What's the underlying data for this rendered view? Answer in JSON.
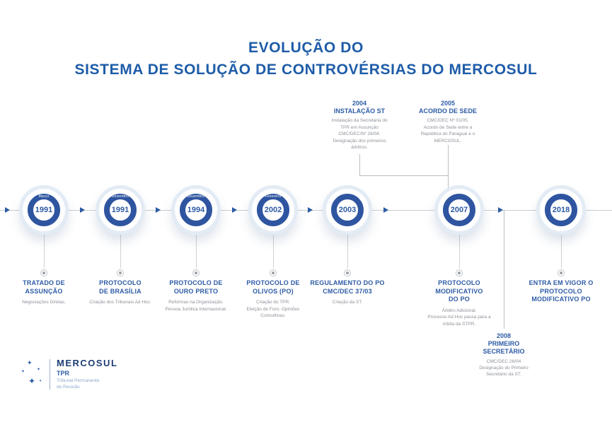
{
  "title": {
    "text": "EVOLUÇÃO DO\nSISTEMA DE SOLUÇÃO DE CONTROVÉRSIAS DO MERCOSUL"
  },
  "colors": {
    "accent_blue": "#2d5ba5",
    "ring_blue": "#2f55a0",
    "halo_blue": "#e3ebf4",
    "gray_text": "#8d9199",
    "line_gray": "#c9ccd1"
  },
  "timeline": {
    "nodes": [
      {
        "month": "Março",
        "year": "1991",
        "title": "TRATADO DE\nASSUNÇÃO",
        "desc": "Negociações Diretas."
      },
      {
        "month": "Dezembro",
        "year": "1991",
        "title": "PROTOCOLO\nDE BRASÍLIA",
        "desc": "Criação dos Tribunais Ad Hoc."
      },
      {
        "month": "Dezembro",
        "year": "1994",
        "title": "PROTOCOLO DE\nOURO PRETO",
        "desc": "Reformas na Organização.\nPessoa Jurídica Internacional."
      },
      {
        "month": "Fevereiro",
        "year": "2002",
        "title": "PROTOCOLO DE\nOLIVOS (PO)",
        "desc": "Criação do TPR.\nEleição de Foro. Opiniões\nConsultivas."
      },
      {
        "month": "",
        "year": "2003",
        "title": "REGULAMENTO DO PO\nCMC/DEC 37/03",
        "desc": "Criação da ST."
      },
      {
        "month": "",
        "year": "2007",
        "title": "PROTOCOLO\nMODIFICATIVO\nDO PO",
        "desc": "Árbitro Adicional.\nProcesso Ad Hoc passa para a\nórbita da STPR."
      },
      {
        "month": "",
        "year": "2018",
        "title": "ENTRA EM VIGOR O\nPROTOCOLO\nMODIFICATIVO PO",
        "desc": ""
      }
    ]
  },
  "annotations": [
    {
      "year": "2004",
      "title": "INSTALAÇÃO ST",
      "body": "Instalação da Secretaria do\nTPR em Assunção\nCMC/DEC/Nº 26/04.\nDesignação dos primeiros\nárbitros."
    },
    {
      "year": "2005",
      "title": "ACORDO DE SEDE",
      "body": "CMC/DEC Nº 01/05.\nAcordo de Sede entre a\nRepública do Paraguai e o\nMERCOSUL."
    },
    {
      "year": "2008",
      "title": "PRIMEIRO\nSECRETÁRIO",
      "body": "CMC/DEC 26/04\nDesignação do Primeiro\nSecretário da ST."
    }
  ],
  "logo": {
    "brand": "MERCOSUL",
    "sub": "TPR",
    "tagline": "Tribunal Permanente\nde Revisão",
    "star_glyph": "✦"
  }
}
